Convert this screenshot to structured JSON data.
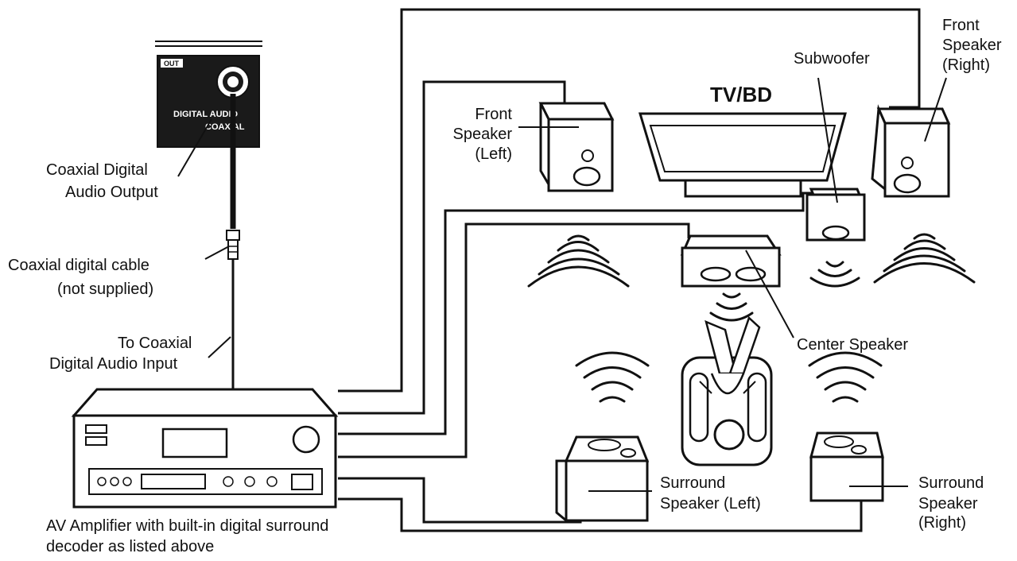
{
  "panel": {
    "out": "OUT",
    "jack_label_1": "DIGITAL AUDIO",
    "jack_label_2": "COAXIAL"
  },
  "labels": {
    "coax_output": [
      "Coaxial Digital",
      "Audio Output"
    ],
    "coax_cable": [
      "Coaxial digital cable",
      "(not supplied)"
    ],
    "to_input": [
      "To Coaxial",
      "Digital Audio Input"
    ],
    "amplifier": [
      "AV Amplifier with built-in digital surround",
      "decoder as listed above"
    ],
    "front_left": [
      "Front",
      "Speaker",
      "(Left)"
    ],
    "tv": "TV/BD",
    "subwoofer": "Subwoofer",
    "front_right": [
      "Front",
      "Speaker",
      "(Right)"
    ],
    "center": "Center Speaker",
    "surround_left": [
      "Surround",
      "Speaker (Left)"
    ],
    "surround_right": [
      "Surround",
      "Speaker",
      "(Right)"
    ]
  }
}
